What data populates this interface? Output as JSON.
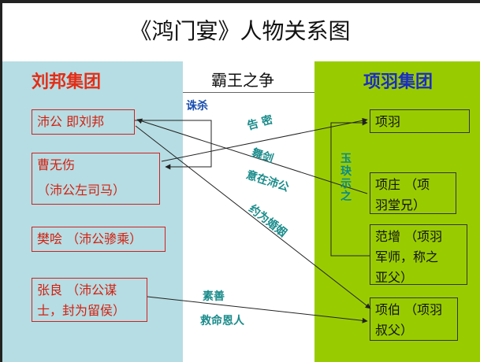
{
  "title": "《鸿门宴》人物关系图",
  "headers": {
    "left": "刘邦集团",
    "middle": "霸王之争",
    "right": "项羽集团"
  },
  "left_group": {
    "peigong": "沛公 即刘邦",
    "caowushang_name": "曹无伤",
    "caowushang_role": "（沛公左司马）",
    "fankuai": "樊哙 （沛公骖乘）",
    "zhangliang_line1": "张良 （沛公谋",
    "zhangliang_line2": "士，封为留侯）"
  },
  "right_group": {
    "xiangyu": "项羽",
    "xiangzhuang_line1": "项庄 （项",
    "xiangzhuang_line2": "羽堂兄）",
    "fanzeng_line1": "范增 （项羽",
    "fanzeng_line2": "军师，称之",
    "fanzeng_line3": "亚父）",
    "xiangbo_line1": "项伯 （项羽",
    "xiangbo_line2": "叔父）"
  },
  "relations": {
    "zhusha": "诛杀",
    "gaomi": "告 密",
    "wujian": "舞剑",
    "yizai": "意在沛公",
    "hunyin": "约为婚姻",
    "sushan": "素善",
    "jiuming": "救命恩人",
    "yujue": "玉玦示之"
  },
  "colors": {
    "left_panel": "#b6dde3",
    "right_panel": "#99cc00",
    "left_header": "#e32d16",
    "right_header": "#1a2ec0",
    "relation_label": "#1a8b8b"
  }
}
